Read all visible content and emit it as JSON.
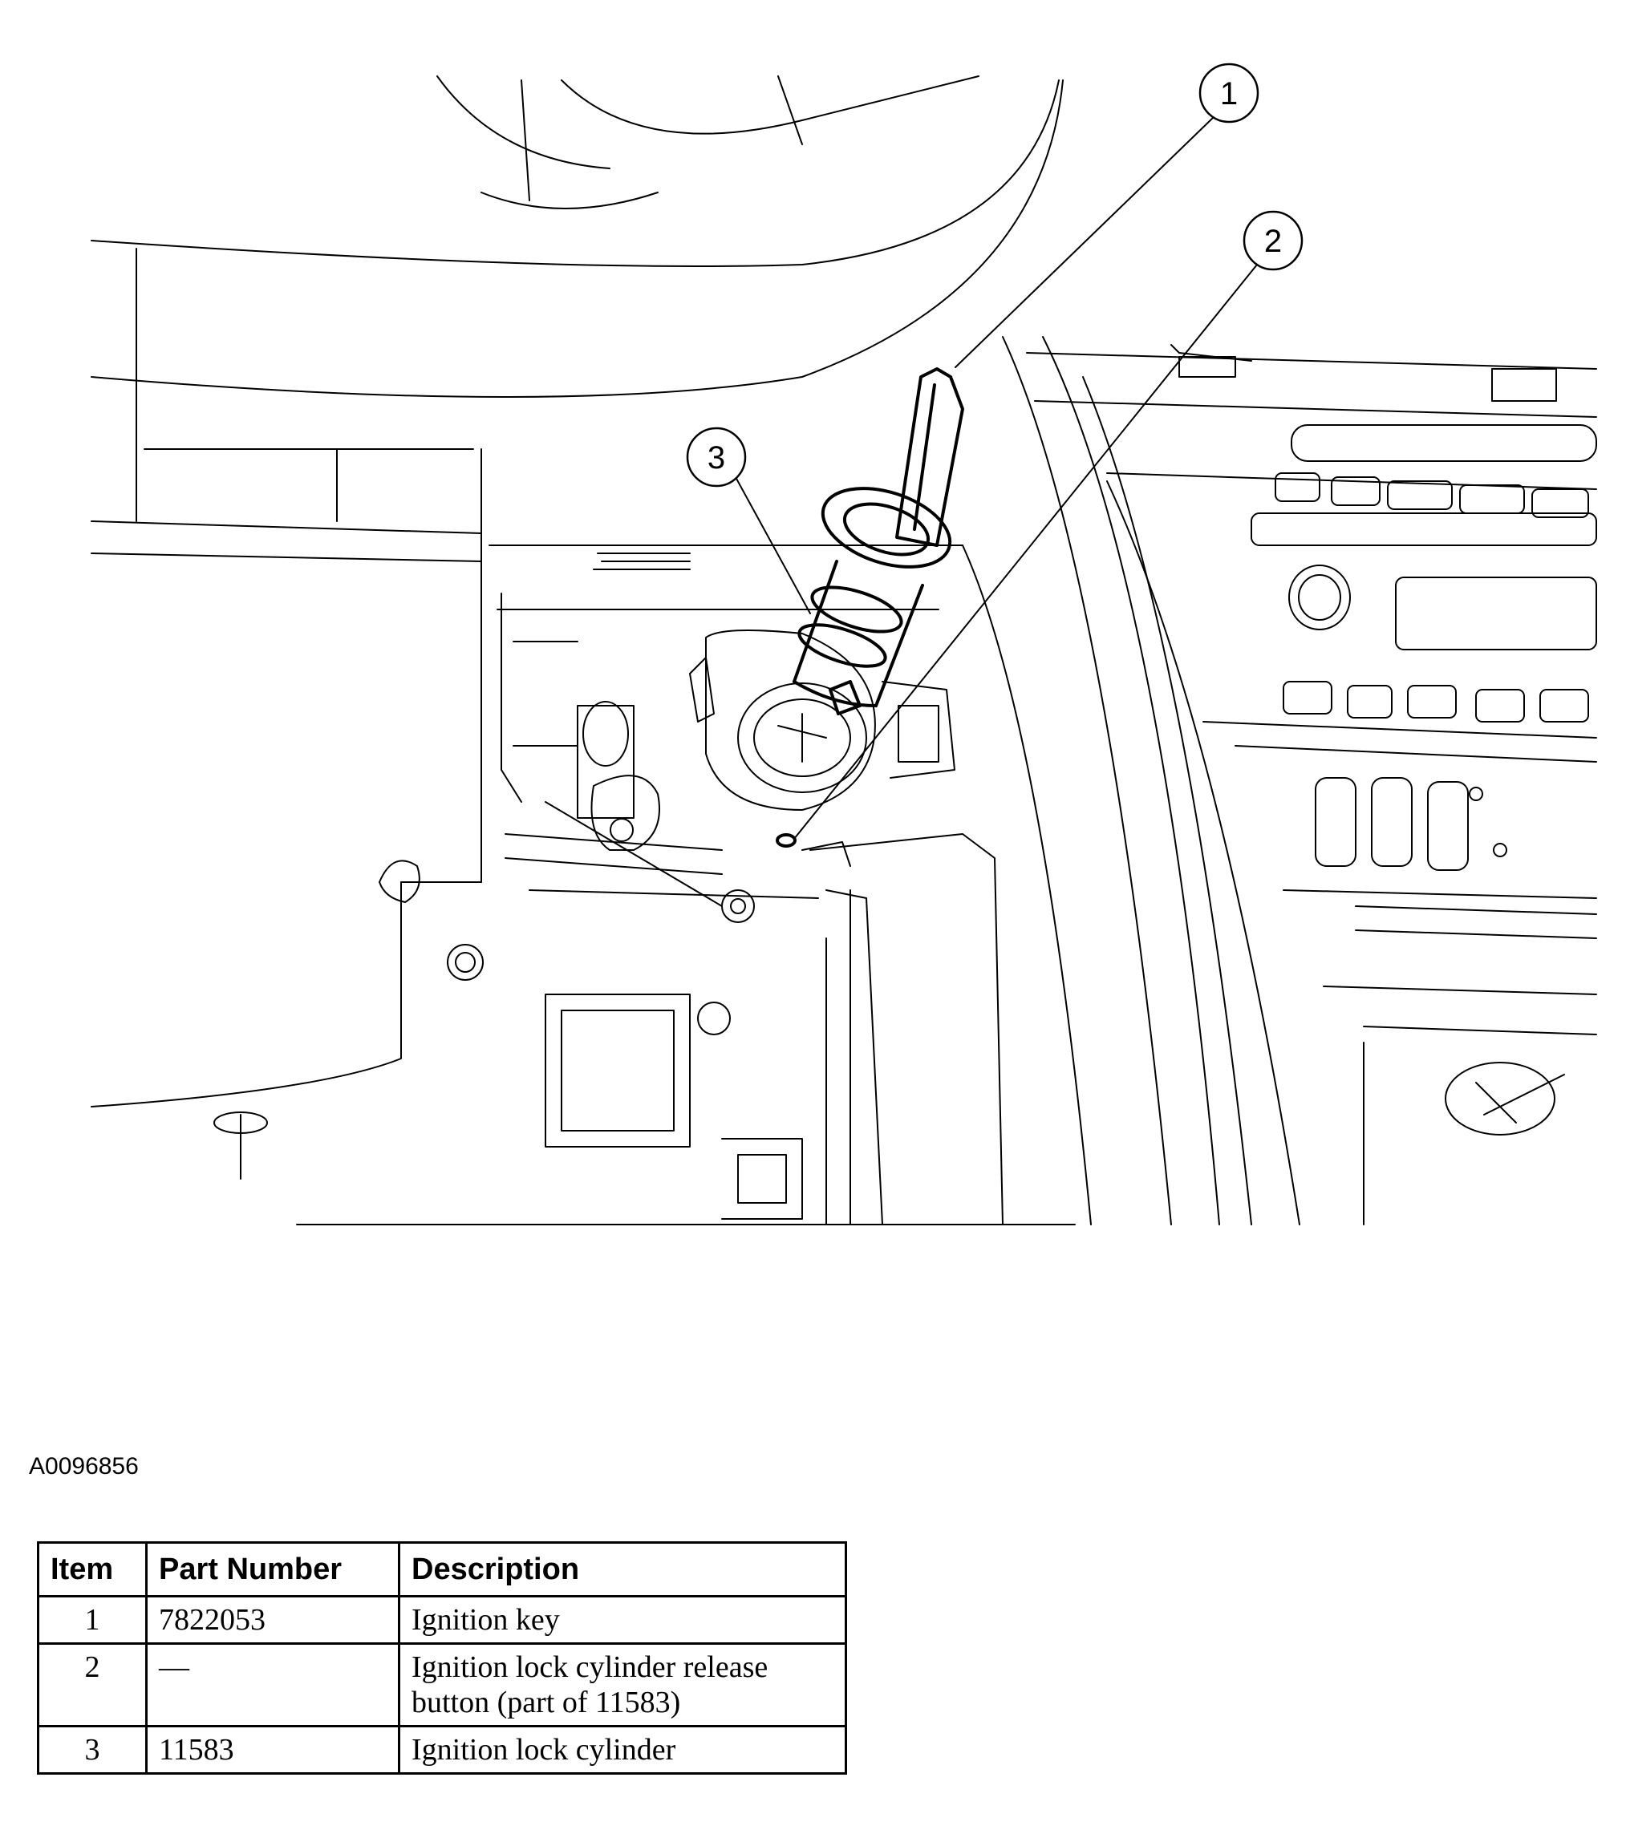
{
  "diagram": {
    "callouts": [
      {
        "label": "1",
        "target": "ignition-key"
      },
      {
        "label": "2",
        "target": "release-button"
      },
      {
        "label": "3",
        "target": "lock-cylinder"
      }
    ]
  },
  "figure_id": "A0096856",
  "table": {
    "headers": [
      "Item",
      "Part Number",
      "Description"
    ],
    "rows": [
      {
        "item": "1",
        "part_number": "7822053",
        "description": "Ignition key"
      },
      {
        "item": "2",
        "part_number": "—",
        "description": "Ignition lock cylinder release button (part of 11583)"
      },
      {
        "item": "3",
        "part_number": "11583",
        "description": "Ignition lock cylinder"
      }
    ]
  }
}
